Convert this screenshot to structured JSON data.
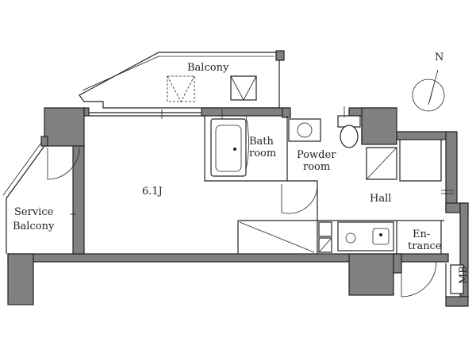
{
  "rooms": {
    "balcony": "Balcony",
    "bathroom_line1": "Bath",
    "bathroom_line2": "room",
    "powder_line1": "Powder",
    "powder_line2": "room",
    "main_room": "6.1J",
    "hall": "Hall",
    "entrance_line1": "En-",
    "entrance_line2": "trance",
    "service_balcony_line1": "Service",
    "service_balcony_line2": "Balcony",
    "meter_box": "MB"
  },
  "compass": {
    "north_label": "N"
  }
}
